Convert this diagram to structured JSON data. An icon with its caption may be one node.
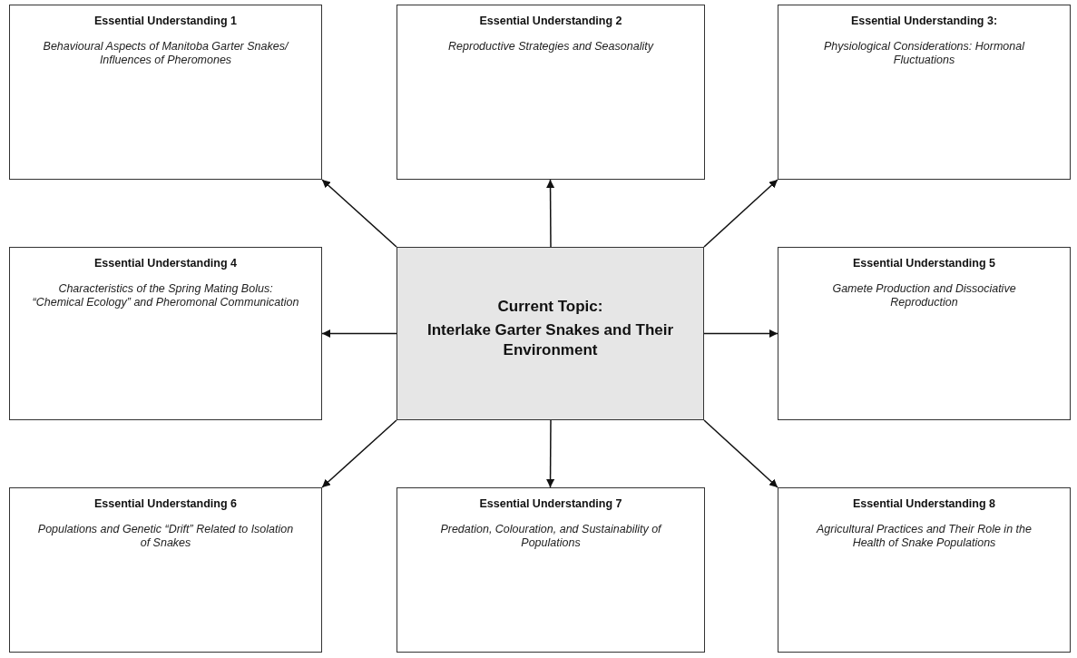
{
  "diagram": {
    "nodes": [
      {
        "text": [
          "Essential Understanding 1",
          "Behavioural Aspects of Manitoba Garter Snakes/ Influences of Pheromones"
        ]
      },
      {
        "text": [
          "Essential Understanding 2",
          "Reproductive Strategies and Seasonality"
        ]
      },
      {
        "text": [
          "Essential Understanding 3:",
          "Physiological Considerations: Hormonal Fluctuations"
        ]
      },
      {
        "text": [
          "Essential Understanding 4",
          "Characteristics of the Spring Mating Bolus: “Chemical Ecology” and Pheromonal Communication"
        ]
      },
      {
        "text": [
          "Current Topic:",
          "Interlake Garter Snakes and Their Environment"
        ]
      },
      {
        "text": [
          "Essential Understanding 5",
          "Gamete Production and Dissociative Reproduction"
        ]
      },
      {
        "text": [
          "Essential Understanding 6",
          "Populations and Genetic “Drift” Related to Isolation of Snakes"
        ]
      },
      {
        "text": [
          "Essential Understanding 7",
          "Predation, Colouration, and Sustainability of Populations"
        ]
      },
      {
        "text": [
          "Essential Understanding 8",
          "Agricultural Practices and Their Role in the Health of Snake Populations"
        ]
      }
    ],
    "edges": [
      {
        "from": 4,
        "to": 0,
        "arrow": "to"
      },
      {
        "from": 4,
        "to": 1,
        "arrow": "to"
      },
      {
        "from": 4,
        "to": 2,
        "arrow": "to"
      },
      {
        "from": 4,
        "to": 3,
        "arrow": "to"
      },
      {
        "from": 4,
        "to": 5,
        "arrow": "to"
      },
      {
        "from": 4,
        "to": 6,
        "arrow": "to"
      },
      {
        "from": 4,
        "to": 7,
        "arrow": "to"
      },
      {
        "from": 4,
        "to": 8,
        "arrow": "to"
      }
    ]
  }
}
